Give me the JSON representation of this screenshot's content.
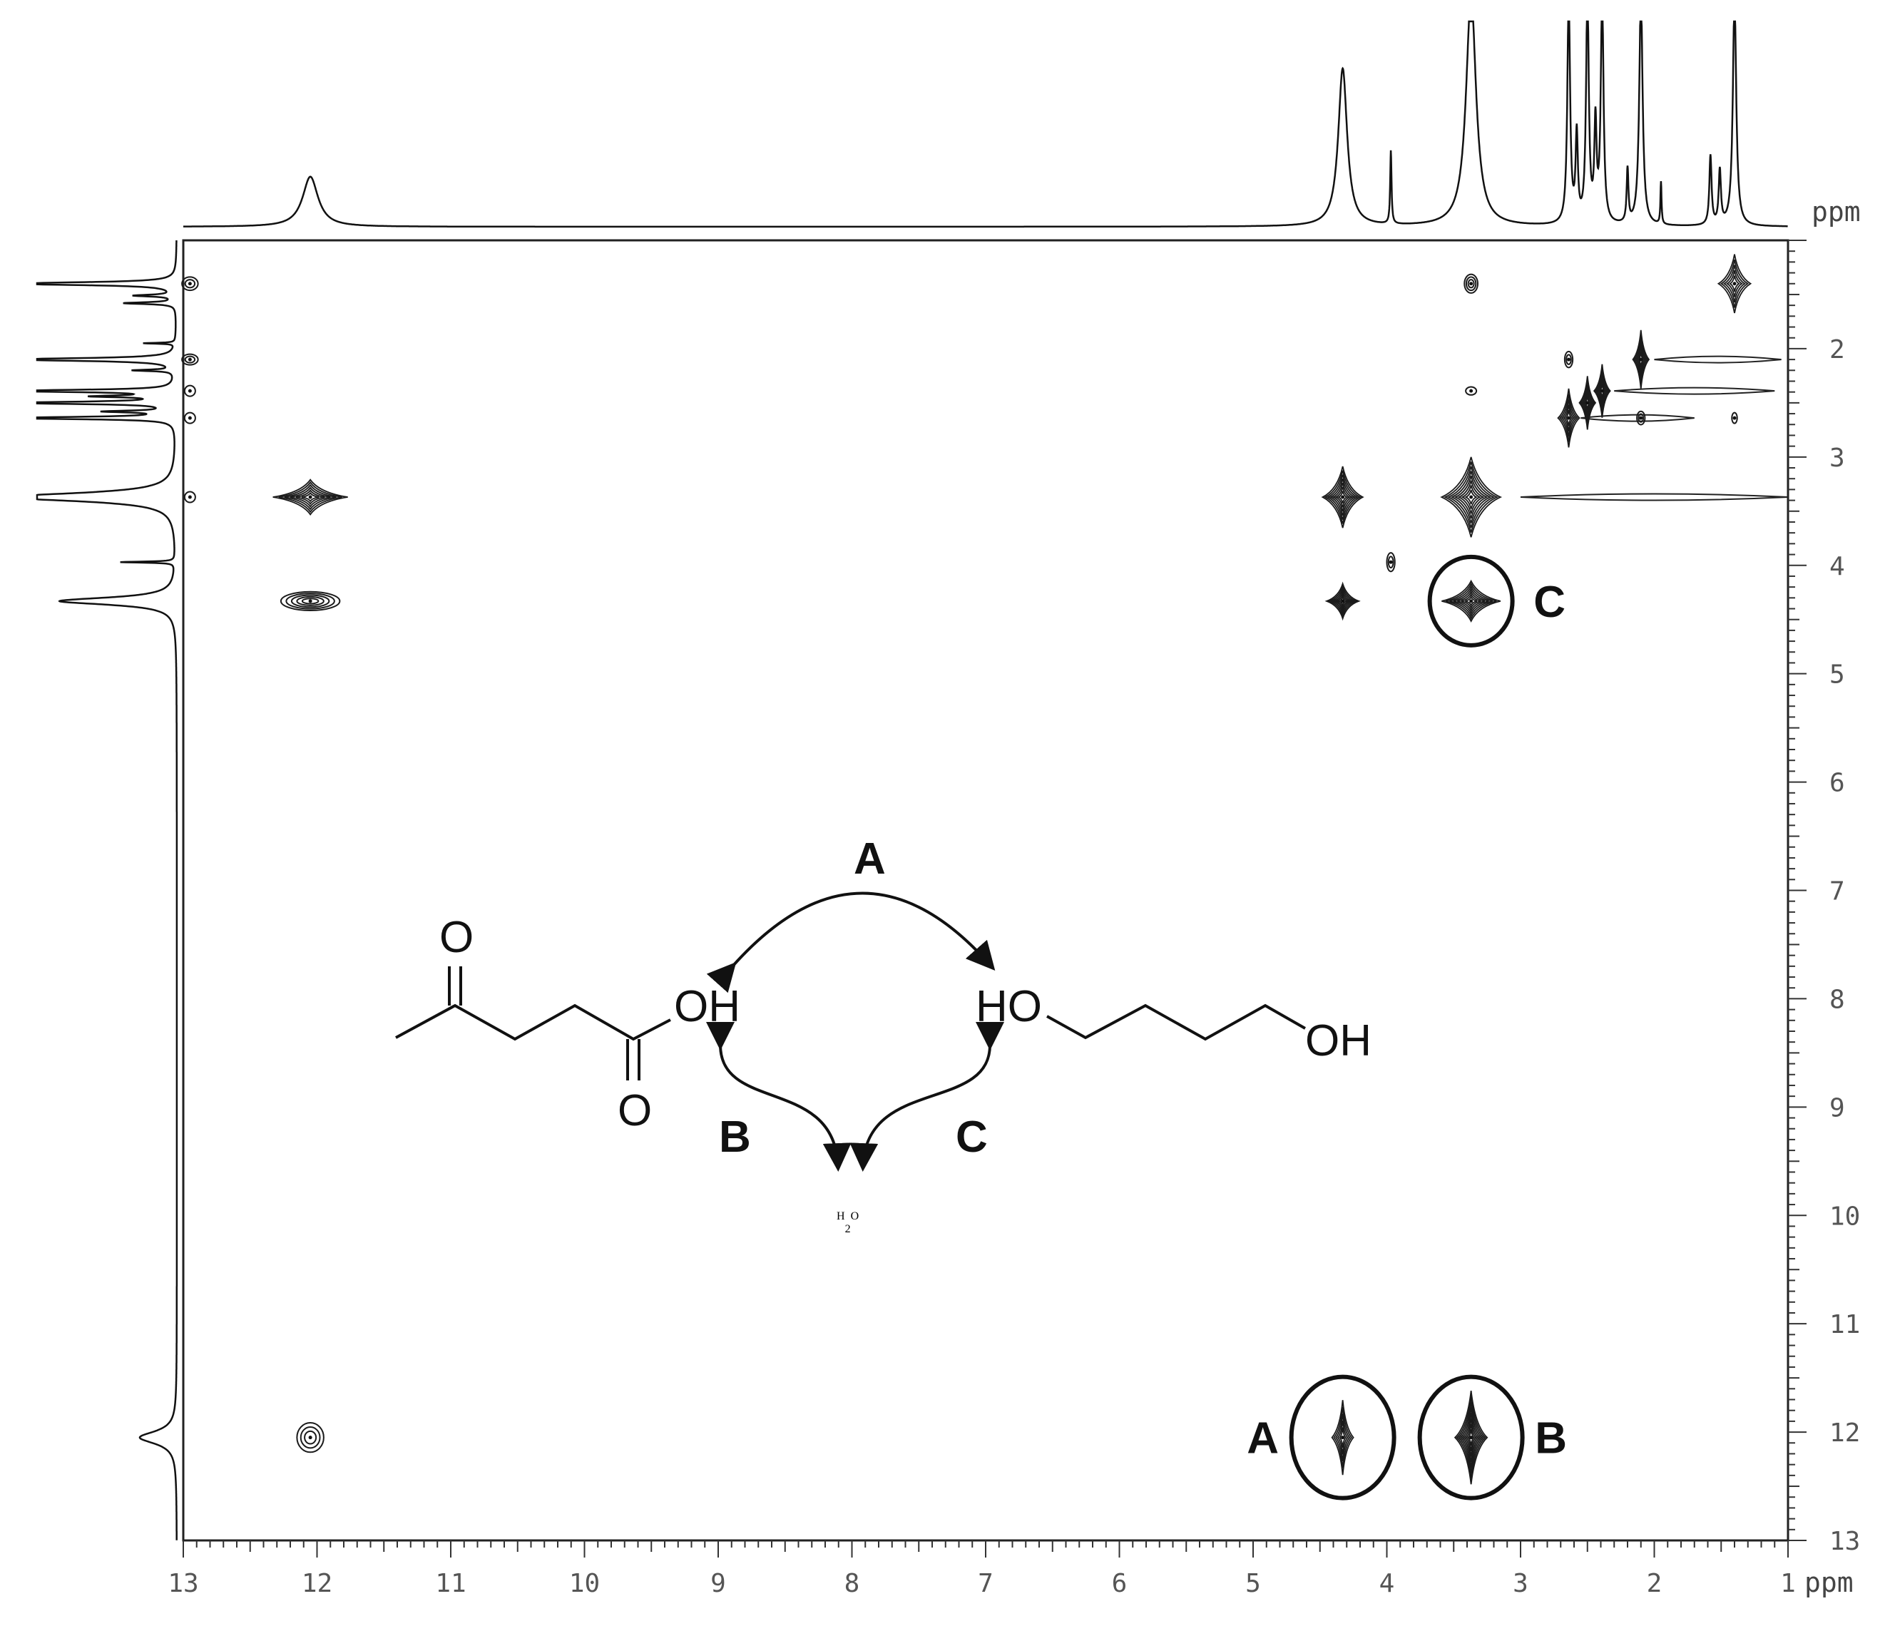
{
  "chart_data": {
    "type": "2d-nmr-contour",
    "x_axis": {
      "unit": "ppm",
      "range": [
        13,
        1
      ],
      "ticks": [
        13,
        12,
        11,
        10,
        9,
        8,
        7,
        6,
        5,
        4,
        3,
        2,
        1
      ]
    },
    "y_axis": {
      "unit": "ppm",
      "range": [
        1,
        13
      ],
      "ticks": [
        2,
        3,
        4,
        5,
        6,
        7,
        8,
        9,
        10,
        11,
        12,
        13
      ]
    },
    "projection_1d": {
      "peaks": [
        {
          "ppm": 12.05,
          "height": 0.26,
          "width": 0.07
        },
        {
          "ppm": 4.33,
          "height": 0.82,
          "width": 0.04
        },
        {
          "ppm": 3.97,
          "height": 0.38,
          "width": 0.006
        },
        {
          "ppm": 3.37,
          "height": 1.2,
          "width": 0.045
        },
        {
          "ppm": 2.64,
          "height": 1.2,
          "width": 0.012
        },
        {
          "ppm": 2.58,
          "height": 0.45,
          "width": 0.01
        },
        {
          "ppm": 2.5,
          "height": 1.2,
          "width": 0.012
        },
        {
          "ppm": 2.44,
          "height": 0.5,
          "width": 0.01
        },
        {
          "ppm": 2.39,
          "height": 1.2,
          "width": 0.012
        },
        {
          "ppm": 2.2,
          "height": 0.28,
          "width": 0.008
        },
        {
          "ppm": 2.1,
          "height": 1.2,
          "width": 0.015
        },
        {
          "ppm": 1.95,
          "height": 0.22,
          "width": 0.005
        },
        {
          "ppm": 1.58,
          "height": 0.36,
          "width": 0.01
        },
        {
          "ppm": 1.51,
          "height": 0.28,
          "width": 0.01
        },
        {
          "ppm": 1.4,
          "height": 1.2,
          "width": 0.015
        }
      ]
    },
    "cross_peaks": [
      {
        "x": 12.05,
        "y": 3.37,
        "rx": 0.28,
        "ry": 0.13,
        "rings": 6,
        "shape": "diamond"
      },
      {
        "x": 12.05,
        "y": 4.33,
        "rx": 0.22,
        "ry": 0.07,
        "rings": 5,
        "shape": "oval"
      },
      {
        "x": 12.05,
        "y": 12.05,
        "rx": 0.1,
        "ry": 0.11,
        "rings": 3,
        "shape": "oval"
      },
      {
        "x": 4.33,
        "y": 3.37,
        "rx": 0.15,
        "ry": 0.23,
        "rings": 7,
        "shape": "diamond"
      },
      {
        "x": 4.33,
        "y": 4.33,
        "rx": 0.12,
        "ry": 0.13,
        "rings": 6,
        "shape": "diamond"
      },
      {
        "x": 3.37,
        "y": 3.37,
        "rx": 0.22,
        "ry": 0.3,
        "rings": 8,
        "shape": "diamond"
      },
      {
        "x": 3.37,
        "y": 4.33,
        "rx": 0.22,
        "ry": 0.15,
        "rings": 7,
        "shape": "diamond"
      },
      {
        "x": 3.37,
        "y": 1.4,
        "rx": 0.05,
        "ry": 0.07,
        "rings": 3,
        "shape": "oval"
      },
      {
        "x": 3.37,
        "y": 2.39,
        "rx": 0.04,
        "ry": 0.03,
        "rings": 1,
        "shape": "oval"
      },
      {
        "x": 3.97,
        "y": 3.97,
        "rx": 0.03,
        "ry": 0.07,
        "rings": 2,
        "shape": "oval"
      },
      {
        "x": 1.4,
        "y": 1.4,
        "rx": 0.12,
        "ry": 0.22,
        "rings": 5,
        "shape": "diamond"
      },
      {
        "x": 2.1,
        "y": 2.1,
        "rx": 0.06,
        "ry": 0.22,
        "rings": 5,
        "shape": "diamond"
      },
      {
        "x": 2.39,
        "y": 2.39,
        "rx": 0.06,
        "ry": 0.2,
        "rings": 5,
        "shape": "diamond"
      },
      {
        "x": 2.5,
        "y": 2.5,
        "rx": 0.06,
        "ry": 0.2,
        "rings": 5,
        "shape": "diamond"
      },
      {
        "x": 2.64,
        "y": 2.64,
        "rx": 0.08,
        "ry": 0.22,
        "rings": 5,
        "shape": "diamond"
      },
      {
        "x": 2.64,
        "y": 2.1,
        "rx": 0.03,
        "ry": 0.06,
        "rings": 2,
        "shape": "oval"
      },
      {
        "x": 2.1,
        "y": 2.64,
        "rx": 0.03,
        "ry": 0.05,
        "rings": 2,
        "shape": "oval"
      },
      {
        "x": 1.4,
        "y": 2.64,
        "rx": 0.02,
        "ry": 0.04,
        "rings": 1,
        "shape": "oval"
      },
      {
        "x": 4.33,
        "y": 12.05,
        "rx": 0.08,
        "ry": 0.28,
        "rings": 5,
        "shape": "diamond"
      },
      {
        "x": 3.37,
        "y": 12.05,
        "rx": 0.12,
        "ry": 0.35,
        "rings": 8,
        "shape": "diamond"
      },
      {
        "x": 12.95,
        "y": 1.4,
        "rx": 0.06,
        "ry": 0.05,
        "rings": 2,
        "shape": "oval"
      },
      {
        "x": 12.95,
        "y": 2.1,
        "rx": 0.06,
        "ry": 0.04,
        "rings": 2,
        "shape": "oval"
      },
      {
        "x": 12.95,
        "y": 2.39,
        "rx": 0.04,
        "ry": 0.04,
        "rings": 1,
        "shape": "oval"
      },
      {
        "x": 12.95,
        "y": 2.64,
        "rx": 0.04,
        "ry": 0.04,
        "rings": 1,
        "shape": "oval"
      },
      {
        "x": 12.95,
        "y": 3.37,
        "rx": 0.04,
        "ry": 0.04,
        "rings": 1,
        "shape": "oval"
      }
    ],
    "t1_streaks": [
      {
        "y": 3.37,
        "from": 3.0,
        "to": 1.0
      },
      {
        "y": 2.1,
        "from": 2.0,
        "to": 1.05
      },
      {
        "y": 2.39,
        "from": 2.3,
        "to": 1.1
      },
      {
        "y": 2.64,
        "from": 2.55,
        "to": 1.7
      }
    ],
    "highlight_circles": [
      {
        "label": "C",
        "x": 3.37,
        "y": 4.33,
        "label_side": "right"
      },
      {
        "label": "A",
        "x": 4.33,
        "y": 12.05,
        "label_side": "left"
      },
      {
        "label": "B",
        "x": 3.37,
        "y": 12.05,
        "label_side": "right"
      }
    ]
  },
  "scheme": {
    "arrow_labels": {
      "a": "A",
      "b": "B",
      "c": "C"
    },
    "atoms": {
      "keto_o": "O",
      "acid_o": "O",
      "acid_oh": "OH",
      "diol_ho": "HO",
      "diol_oh": "OH",
      "water_h": "H",
      "water_sub": "2",
      "water_o": "O"
    }
  }
}
